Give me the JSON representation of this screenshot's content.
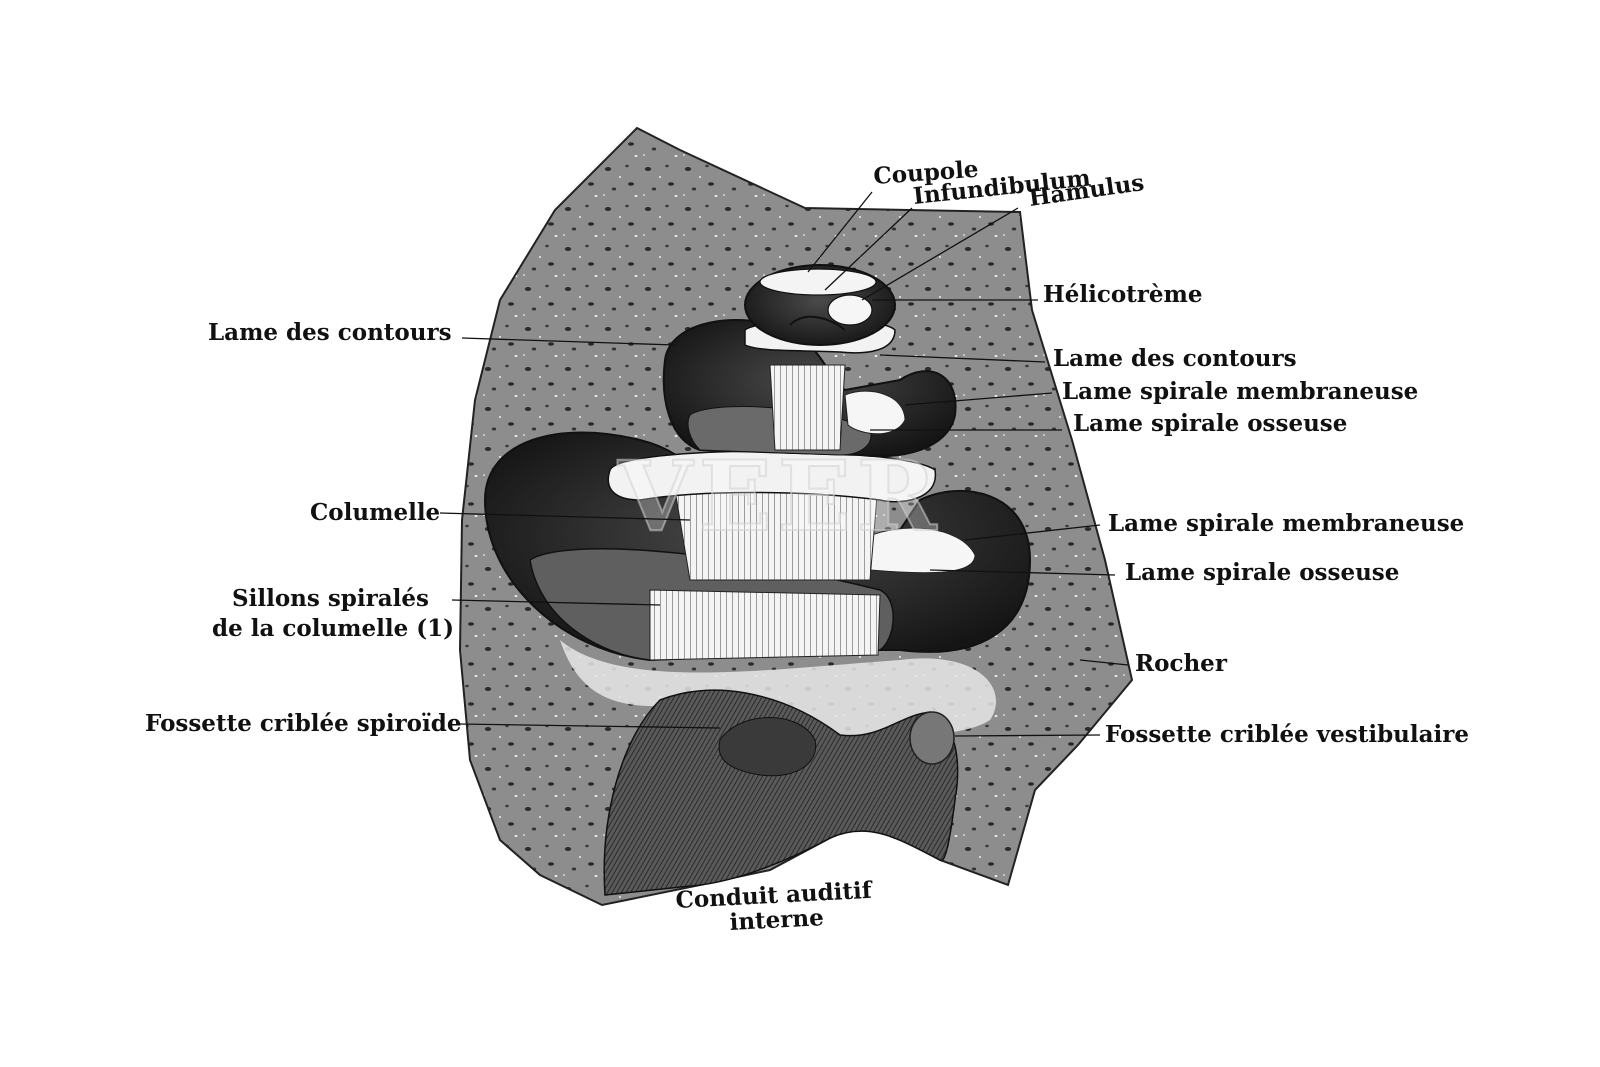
{
  "figure": {
    "watermark": "VEER",
    "labels": {
      "coupole": "Coupole",
      "infundibulum": "Infundibulum",
      "hamulus": "Hamulus",
      "helicotreme": "Hélicotrème",
      "lame_contours_left": "Lame des contours",
      "lame_contours_right": "Lame des contours",
      "lame_spirale_membraneuse_1": "Lame spirale membraneuse",
      "lame_spirale_osseuse_1": "Lame spirale osseuse",
      "columelle": "Columelle",
      "lame_spirale_membraneuse_2": "Lame spirale membraneuse",
      "lame_spirale_osseuse_2": "Lame spirale osseuse",
      "sillons_line1": "Sillons spiralés",
      "sillons_line2": "de la columelle (1)",
      "rocher": "Rocher",
      "fossette_spiroide": "Fossette criblée spiroïde",
      "fossette_vestibulaire": "Fossette criblée vestibulaire",
      "conduit_line1": "Conduit auditif",
      "conduit_line2": "interne"
    }
  }
}
